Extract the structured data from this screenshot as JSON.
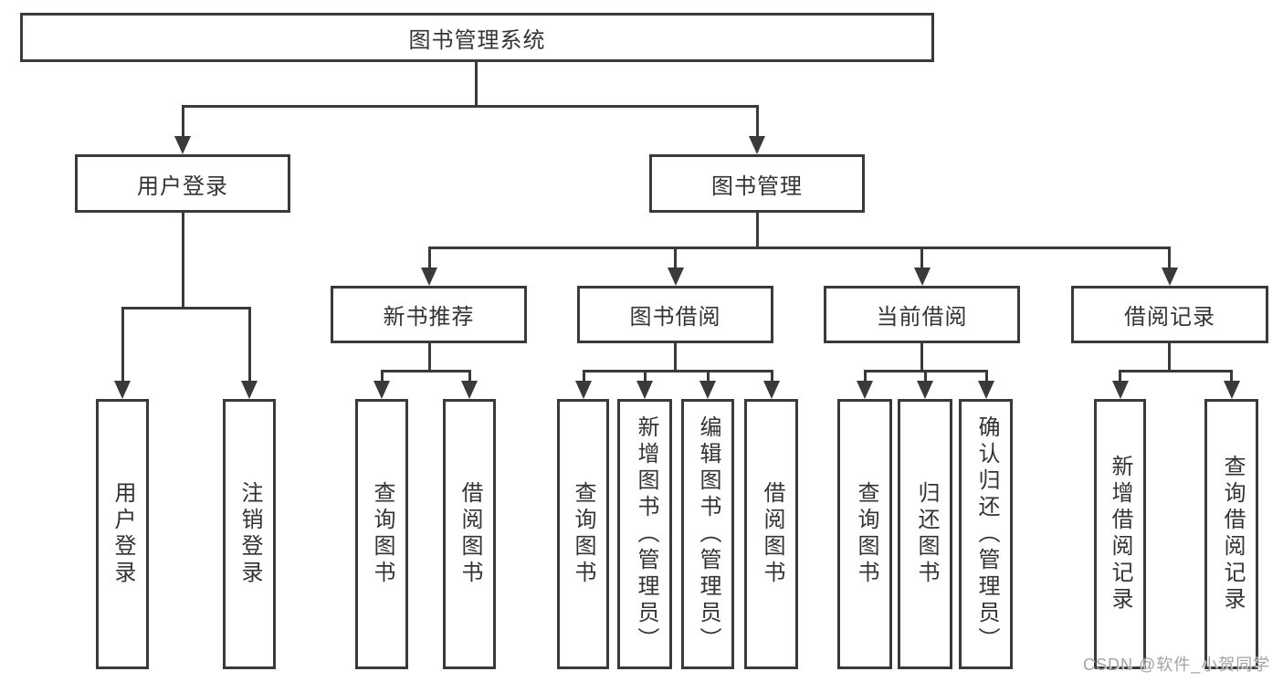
{
  "nodes": {
    "root": "图书管理系统",
    "user_login": "用户登录",
    "book_mgmt": "图书管理",
    "new_book": "新书推荐",
    "book_borrow": "图书借阅",
    "current_borrow": "当前借阅",
    "borrow_record": "借阅记录",
    "leaf_user_login": "用户登录",
    "leaf_logout": "注销登录",
    "leaf_nb_query": "查询图书",
    "leaf_nb_borrow": "借阅图书",
    "leaf_bb_query": "查询图书",
    "leaf_bb_add": "新增图书（管理员）",
    "leaf_bb_edit": "编辑图书（管理员）",
    "leaf_bb_borrow": "借阅图书",
    "leaf_cb_query": "查询图书",
    "leaf_cb_return": "归还图书",
    "leaf_cb_confirm": "确认归还（管理员）",
    "leaf_br_add": "新增借阅记录",
    "leaf_br_query": "查询借阅记录"
  },
  "watermark": "CSDN @软件_小贺同学",
  "colors": {
    "line": "#3a3a3a",
    "text": "#333333",
    "watermark": "#a3a3a3",
    "background": "#ffffff"
  }
}
